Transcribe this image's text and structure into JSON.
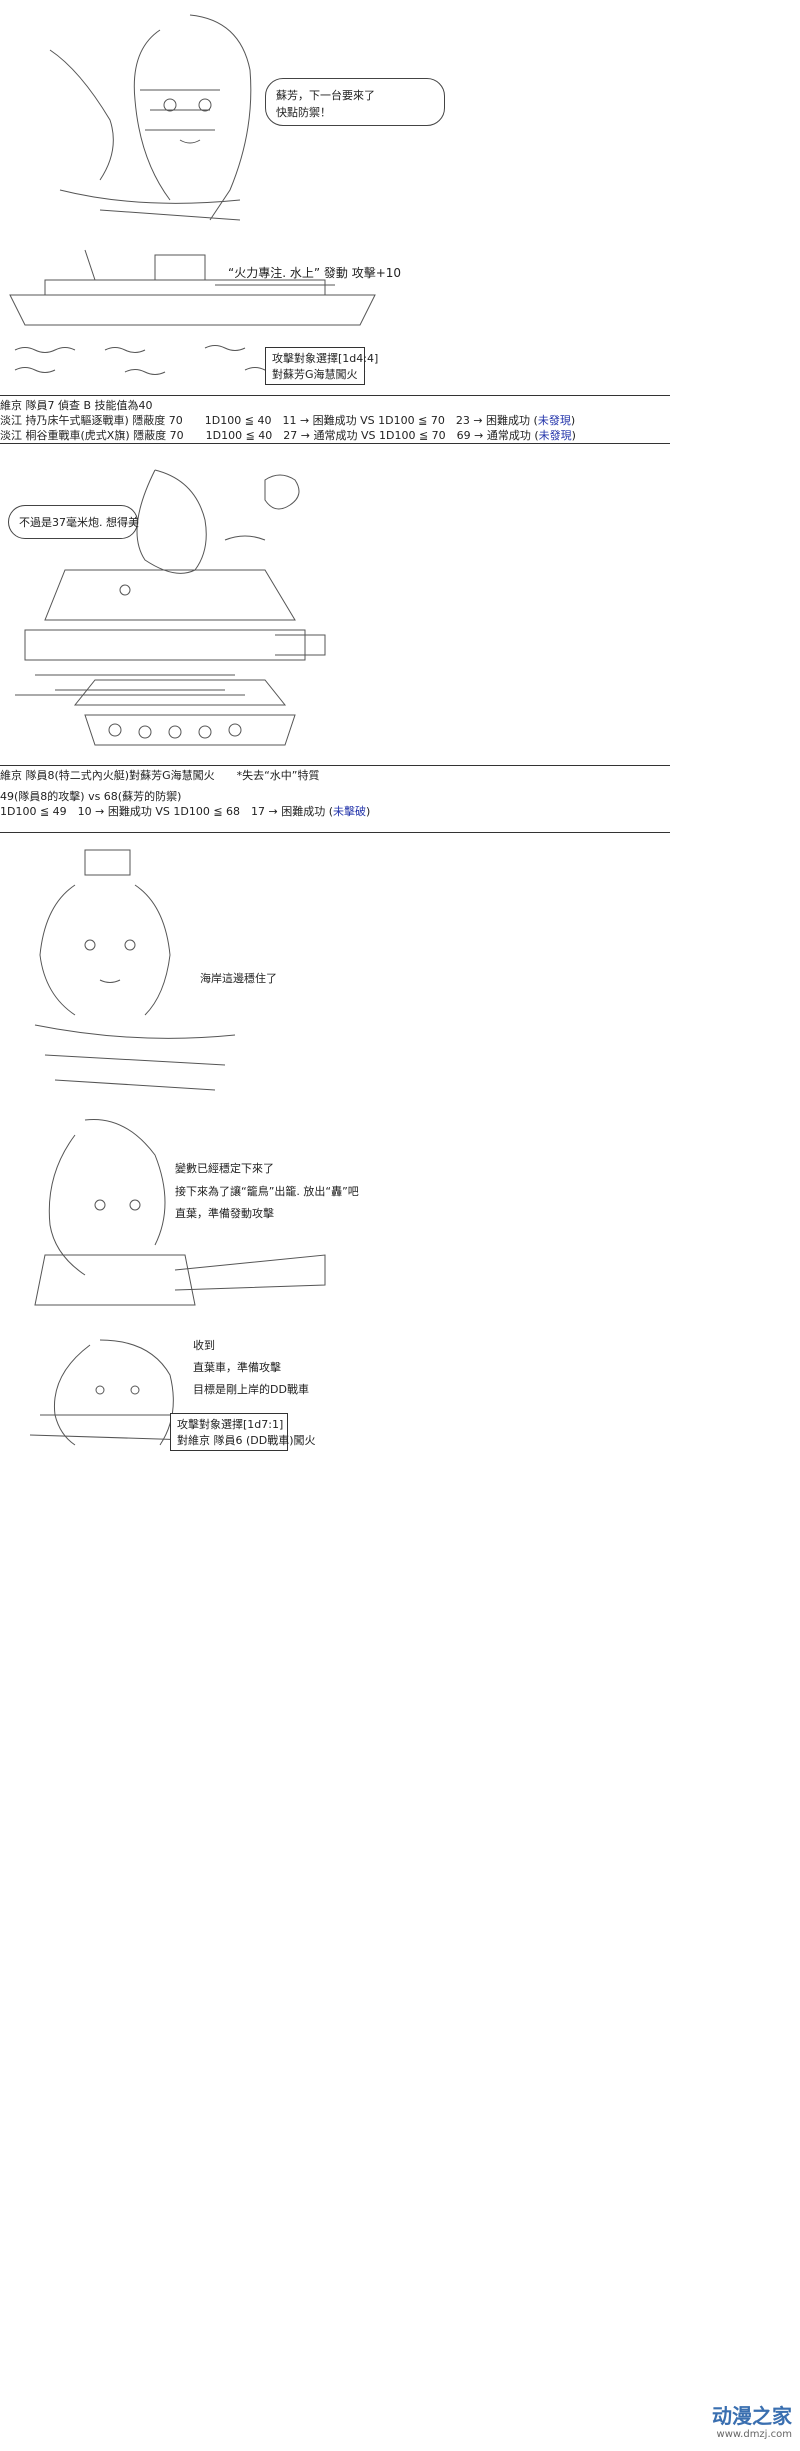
{
  "panel1": {
    "bubble_lines": [
      "蘇芳，下一台要來了",
      "快點防禦！"
    ]
  },
  "panel2": {
    "sfx": "“火力專注. 水上” 發動 攻擊+10",
    "target_box": [
      "攻擊對象選擇[1d4:4]",
      "對蘇芳G海慧闖火"
    ]
  },
  "log1": {
    "title": "維京 隊員7 偵查 B 技能值為40",
    "rows": [
      {
        "text": "淡江 持乃床午式驅逐戰車) 隱蔽度 70　　1D100 ≦ 40　11 → 困難成功 VS 1D100 ≦ 70　23 → 困難成功 (",
        "link": "未發現",
        "end": ")"
      },
      {
        "text": "淡江 桐谷重戰車(虎式X旗) 隱蔽度 70　　1D100 ≦ 40　27 → 通常成功 VS 1D100 ≦ 70　69 → 通常成功 (",
        "link": "未發現",
        "end": ")"
      }
    ]
  },
  "panel3": {
    "bubble_lines": [
      "不過是37毫米炮. 想得美"
    ]
  },
  "log2": {
    "title": "維京 隊員8(特二式內火艇)對蘇芳G海慧闖火　　*失去“水中”特質",
    "line2": "49(隊員8的攻擊) vs 68(蘇芳的防禦)",
    "line3_text": "1D100 ≦ 49　10 → 困難成功 VS 1D100 ≦ 68　17 → 困難成功 (",
    "line3_link": "未擊破",
    "line3_end": ")"
  },
  "panel4": {
    "caption": "海岸這邊穩住了"
  },
  "panel5": {
    "captions": [
      "變數已經穩定下來了",
      "接下來為了讓“籠鳥”出籠. 放出“轟”吧",
      "直葉，準備發動攻擊"
    ]
  },
  "panel6": {
    "captions": [
      "收到",
      "直葉車，準備攻擊",
      "目標是剛上岸的DD戰車"
    ],
    "target_box": [
      "攻擊對象選擇[1d7:1]",
      "對維京 隊員6 (DD戰車)闖火"
    ]
  },
  "logo": {
    "brand": "动漫之家",
    "url": "www.dmzj.com"
  }
}
